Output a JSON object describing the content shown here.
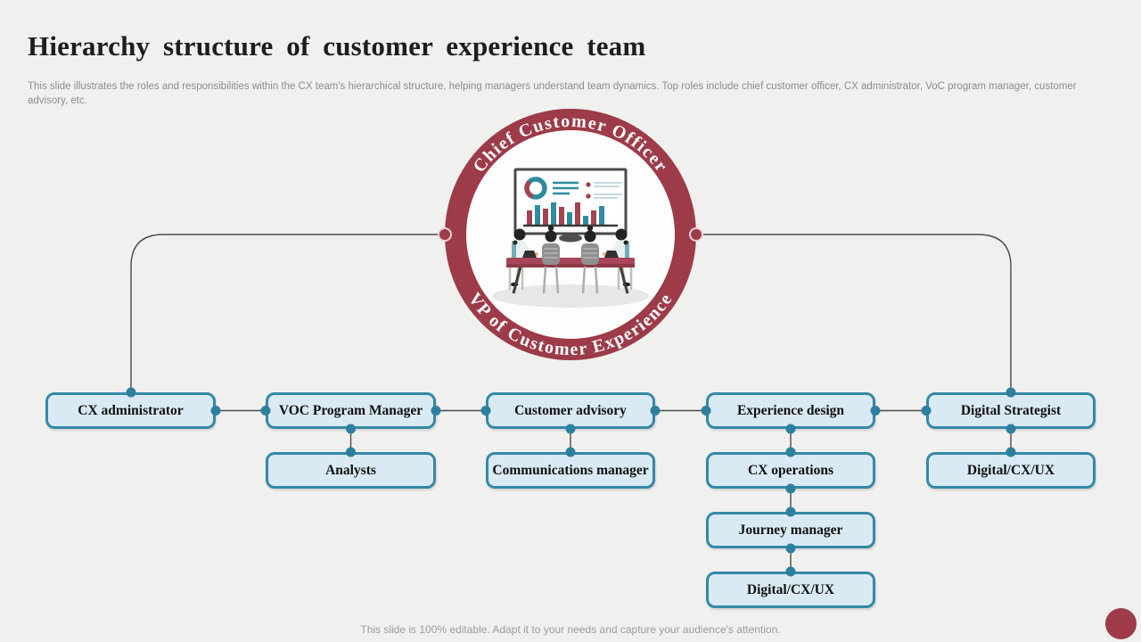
{
  "slide": {
    "title": "Hierarchy structure of customer experience team",
    "subtitle": "This slide illustrates the roles and responsibilities within the CX team's hierarchical structure, helping managers understand team dynamics. Top roles include chief customer officer, CX administrator, VoC program manager, customer advisory, etc.",
    "footer": "This slide is 100% editable. Adapt it to your needs and capture your audience's attention."
  },
  "badge": {
    "top_label": "Chief Customer Officer",
    "bottom_label": "VP of Customer Experience",
    "illustration": "team-meeting-presentation"
  },
  "org_chart": {
    "nodes": [
      {
        "label": "CX administrator"
      },
      {
        "label": "VOC Program Manager"
      },
      {
        "label": "Customer advisory"
      },
      {
        "label": "Experience design"
      },
      {
        "label": "Digital Strategist"
      },
      {
        "label": "Analysts"
      },
      {
        "label": "Communications manager"
      },
      {
        "label": "CX operations"
      },
      {
        "label": "Digital/CX/UX"
      },
      {
        "label": "Journey manager"
      },
      {
        "label": "Digital/CX/UX"
      }
    ]
  },
  "colors": {
    "background": "#F0F0EF",
    "accent_maroon": "#9D3B48",
    "node_fill": "#D9EAF4",
    "node_border": "#3489A7",
    "connector_dot": "#2E7F9E",
    "connector_line": "#4A4A4A",
    "illustration_teal": "#2E8BA0",
    "illustration_red": "#A34450"
  }
}
